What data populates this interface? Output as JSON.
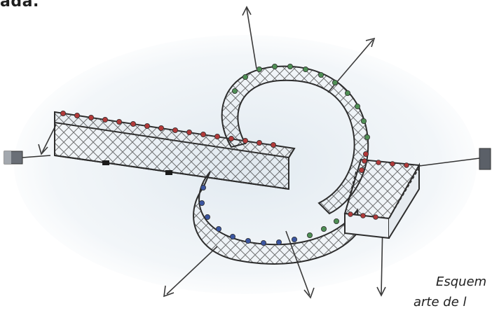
{
  "header_fragment": "ada.",
  "caption": {
    "line1": "Esquem",
    "line2": "arte de l"
  },
  "colors": {
    "paper": "#ffffff",
    "wash": "#dfe8ef",
    "pencil": "#2d2d2d",
    "bead_red": "#b23a3a",
    "bead_green": "#4f8f55",
    "bead_blue": "#3b56a1",
    "magnet": "#555b63"
  }
}
